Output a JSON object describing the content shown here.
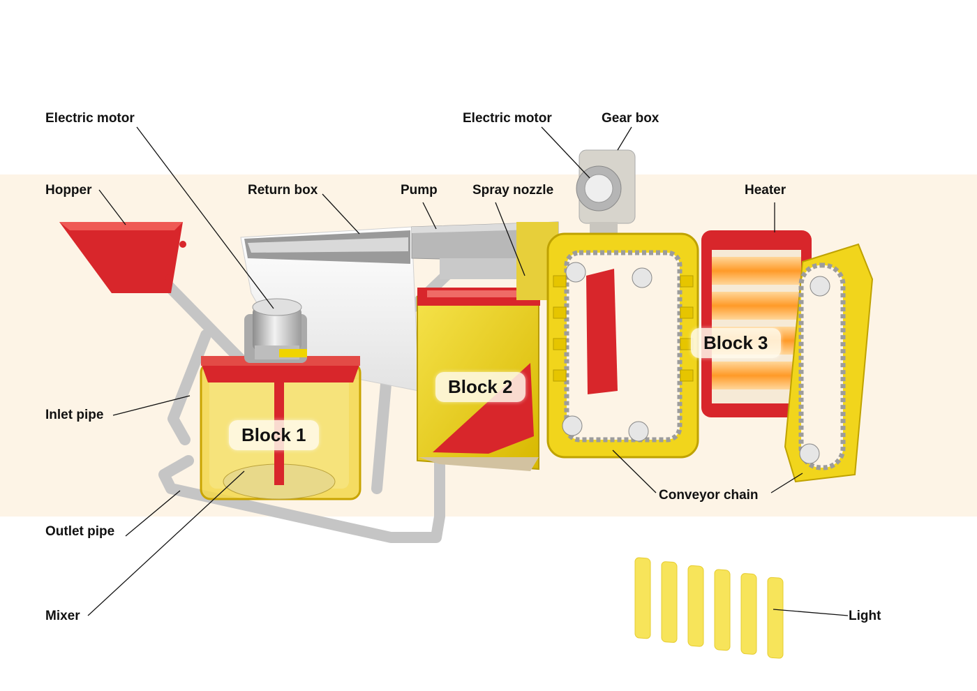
{
  "labels": {
    "electric_motor_left": "Electric motor",
    "hopper": "Hopper",
    "return_box": "Return box",
    "pump": "Pump",
    "spray_nozzle": "Spray nozzle",
    "electric_motor_right": "Electric motor",
    "gear_box": "Gear box",
    "heater": "Heater",
    "inlet_pipe": "Inlet pipe",
    "outlet_pipe": "Outlet pipe",
    "mixer": "Mixer",
    "conveyor_chain": "Conveyor chain",
    "light": "Light"
  },
  "blocks": {
    "block1": "Block 1",
    "block2": "Block 2",
    "block3": "Block 3"
  },
  "colors": {
    "red": "#d8262b",
    "yellow": "#f2d600",
    "grey_pipe": "#c9c9c9",
    "band": "#fdf4e6",
    "light_bar": "#f7e45a"
  }
}
